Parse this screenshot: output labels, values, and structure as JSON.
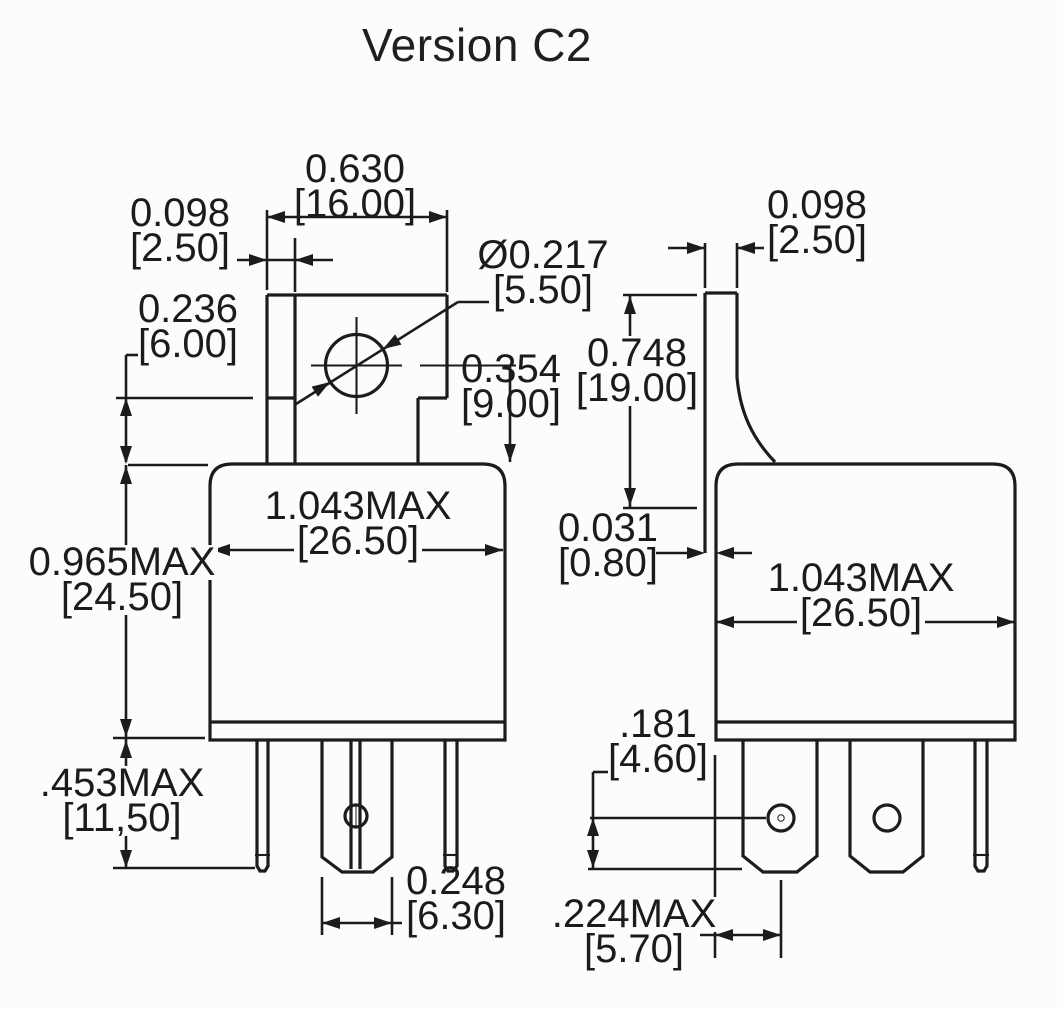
{
  "title": "Version C2",
  "dims": {
    "front_tab_offset": {
      "inch": "0.098",
      "mm": "[2.50]"
    },
    "front_tab_width": {
      "inch": "0.630",
      "mm": "[16.00]"
    },
    "hole_diameter": {
      "inch": "Ø0.217",
      "mm": "[5.50]"
    },
    "side_tab_thickness": {
      "inch": "0.098",
      "mm": "[2.50]"
    },
    "front_tab_step": {
      "inch": "0.236",
      "mm": "[6.00]"
    },
    "hole_height": {
      "inch": "0.354",
      "mm": "[9.00]"
    },
    "side_tab_height": {
      "inch": "0.748",
      "mm": "[19.00]"
    },
    "front_body_width": {
      "inch": "1.043MAX",
      "mm": "[26.50]"
    },
    "side_tab_body_offset": {
      "inch": "0.031",
      "mm": "[0.80]"
    },
    "front_body_height": {
      "inch": "0.965MAX",
      "mm": "[24.50]"
    },
    "side_body_width": {
      "inch": "1.043MAX",
      "mm": "[26.50]"
    },
    "front_pin_length": {
      "inch": ".453MAX",
      "mm": "[11,50]"
    },
    "side_hole_to_tip": {
      "inch": ".181",
      "mm": "[4.60]"
    },
    "front_center_pin_width": {
      "inch": "0.248",
      "mm": "[6.30]"
    },
    "side_edge_to_hole": {
      "inch": ".224MAX",
      "mm": "[5.70]"
    }
  }
}
